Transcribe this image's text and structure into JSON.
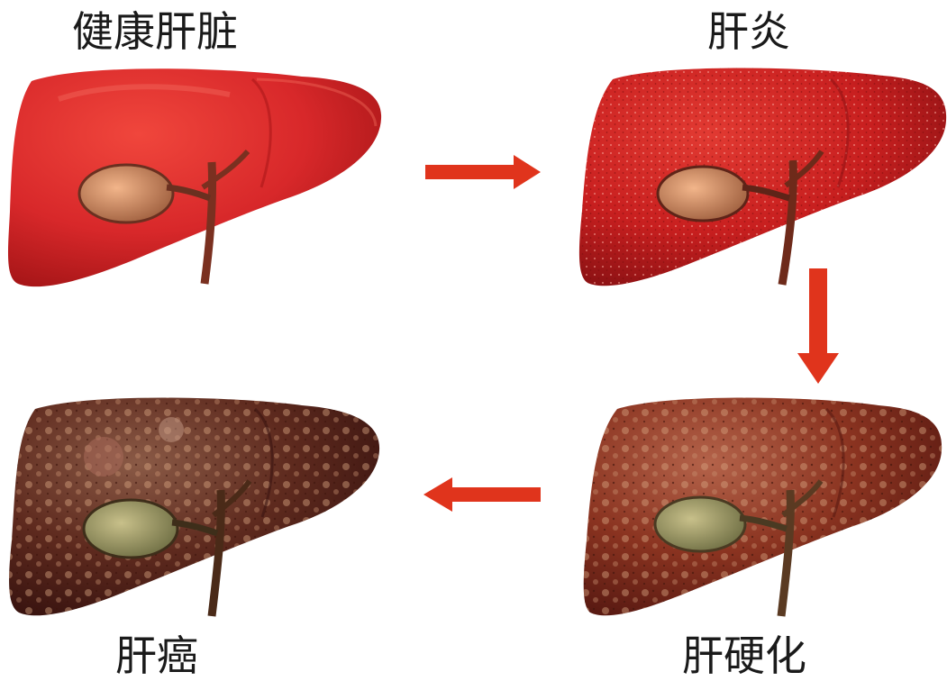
{
  "stages": {
    "healthy": {
      "label": "健康肝脏",
      "color": "#d8282a"
    },
    "hepatitis": {
      "label": "肝炎",
      "color": "#c81f1f"
    },
    "cirrhosis": {
      "label": "肝硬化",
      "color": "#8a3320"
    },
    "cancer": {
      "label": "肝癌",
      "color": "#5e2a1e"
    }
  },
  "arrow_color": "#e0341c"
}
